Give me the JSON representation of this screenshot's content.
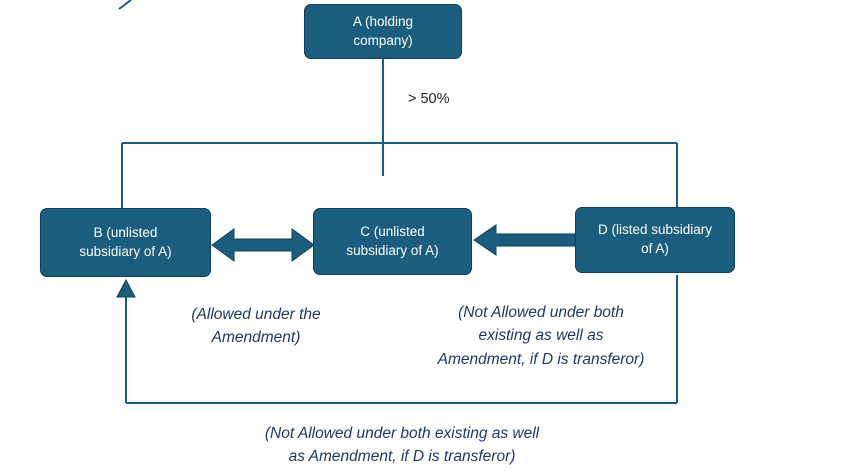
{
  "diagram": {
    "title": "Holding company transfer structure diagram",
    "nodes": {
      "a": {
        "label": "A (holding company)",
        "lines": [
          "A (holding",
          "company)"
        ]
      },
      "b": {
        "label": "B (unlisted subsidiary of A)",
        "lines": [
          "B (unlisted",
          "subsidiary of A)"
        ]
      },
      "c": {
        "label": "C (unlisted subsidiary of A)",
        "lines": [
          "C (unlisted",
          "subsidiary of A)"
        ]
      },
      "d": {
        "label": "D (listed subsidiary of A)",
        "lines": [
          "D (listed subsidiary",
          "of A)"
        ]
      }
    },
    "labels": {
      "ownership": "> 50%",
      "allowed": {
        "full": "(Allowed under the Amendment)",
        "lines": [
          "(Allowed under the",
          "Amendment)"
        ]
      },
      "not_allowed_right": {
        "full": "(Not Allowed under both existing as well as Amendment, if D is transferor)",
        "lines": [
          "(Not Allowed under both",
          "existing as well as",
          "Amendment, if D is transferor)"
        ]
      },
      "not_allowed_bottom": {
        "full": "(Not Allowed under both existing as well as Amendment, if D is transferor)",
        "lines": [
          "(Not Allowed under both existing as well",
          "as Amendment, if D is transferor)"
        ]
      }
    },
    "colors": {
      "node_fill": "#1b5d7e",
      "node_border": "#0f425c",
      "node_text": "#ffffff",
      "line": "#1b5d7e",
      "annotation": "#1f3864"
    }
  }
}
